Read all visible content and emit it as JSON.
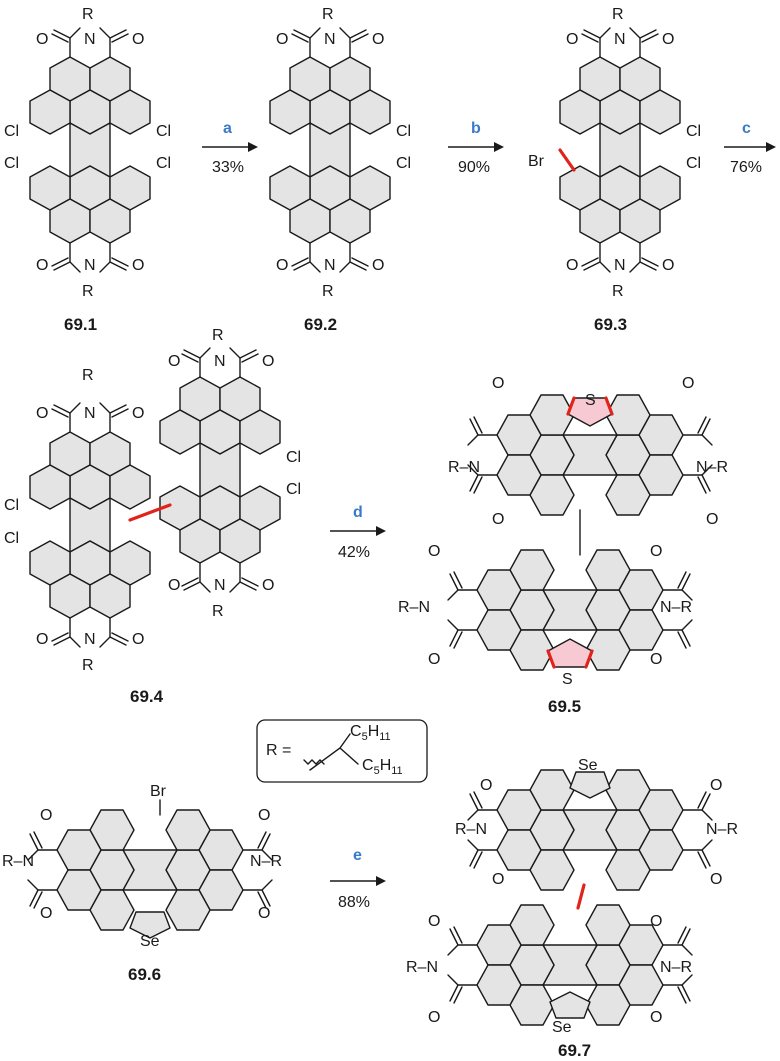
{
  "compounds": {
    "c1": {
      "label": "69.1"
    },
    "c2": {
      "label": "69.2"
    },
    "c3": {
      "label": "69.3"
    },
    "c4": {
      "label": "69.4"
    },
    "c5": {
      "label": "69.5"
    },
    "c6": {
      "label": "69.6"
    },
    "c7": {
      "label": "69.7"
    }
  },
  "steps": {
    "a": {
      "reagent": "a",
      "yield": "33%"
    },
    "b": {
      "reagent": "b",
      "yield": "90%"
    },
    "c": {
      "reagent": "c",
      "yield": "76%"
    },
    "d": {
      "reagent": "d",
      "yield": "42%"
    },
    "e": {
      "reagent": "e",
      "yield": "88%"
    }
  },
  "atoms": {
    "R": "R",
    "O": "O",
    "N": "N",
    "Cl": "Cl",
    "Br": "Br",
    "S": "S",
    "Se": "Se",
    "NR_left": "R–N",
    "NR_right": "N–R"
  },
  "r_group": {
    "lhs": "R =",
    "sub_upper": "C5H11",
    "sub_lower": "C5H11"
  },
  "colors": {
    "reagent_label": "#3a7bc8",
    "new_bond": "#e0241b",
    "thiophene_fill": "#f7c9d2",
    "ring_fill": "#e4e4e4"
  }
}
